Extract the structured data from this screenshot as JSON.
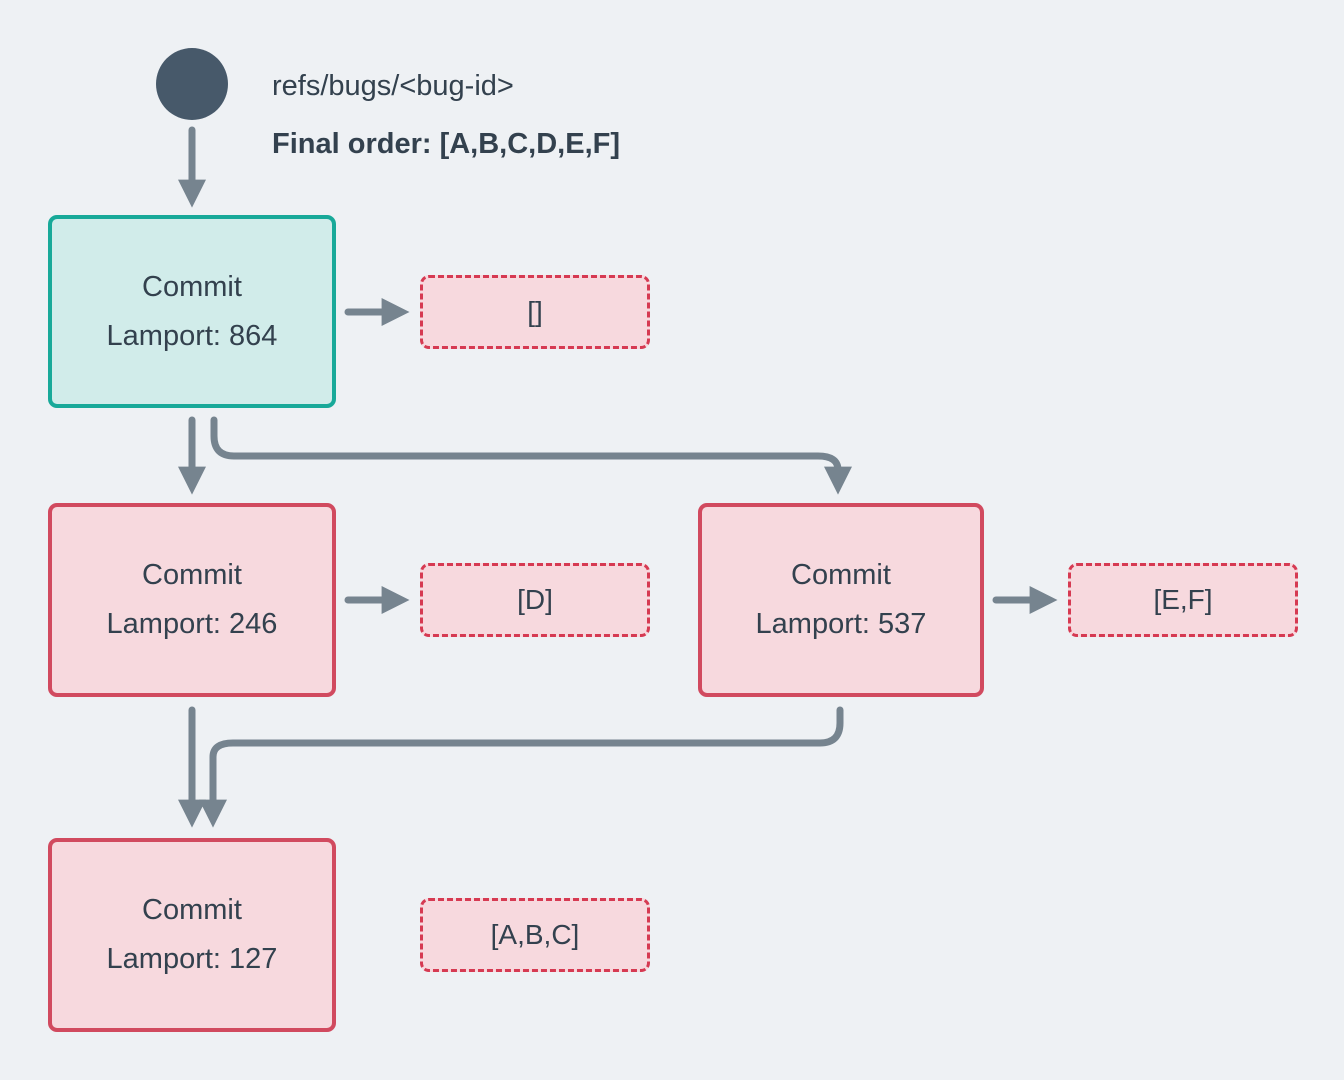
{
  "colors": {
    "background": "#eef1f4",
    "text_dark": "#33414e",
    "arrow": "#76848f",
    "ref_circle": "#47596a",
    "teal_border": "#18a999",
    "teal_fill": "#d1ecea",
    "red_border": "#d14a5f",
    "red_dashed_border": "#d63a52",
    "pink_fill": "#f7d9de"
  },
  "header": {
    "ref_label": "refs/bugs/<bug-id>",
    "final_order": "Final order: [A,B,C,D,E,F]"
  },
  "nodes": [
    {
      "id": "commit-864",
      "title": "Commit",
      "lamport": "Lamport: 864",
      "kind": "head"
    },
    {
      "id": "commit-246",
      "title": "Commit",
      "lamport": "Lamport: 246",
      "kind": "normal"
    },
    {
      "id": "commit-537",
      "title": "Commit",
      "lamport": "Lamport: 537",
      "kind": "normal"
    },
    {
      "id": "commit-127",
      "title": "Commit",
      "lamport": "Lamport: 127",
      "kind": "normal"
    }
  ],
  "payloads": [
    {
      "for": "commit-864",
      "label": "[]"
    },
    {
      "for": "commit-246",
      "label": "[D]"
    },
    {
      "for": "commit-537",
      "label": "[E,F]"
    },
    {
      "for": "commit-127",
      "label": "[A,B,C]"
    }
  ],
  "edges": [
    {
      "from": "refs/bugs/<bug-id>",
      "to": "commit-864"
    },
    {
      "from": "commit-864",
      "to": "payload-empty"
    },
    {
      "from": "commit-864",
      "to": "commit-246"
    },
    {
      "from": "commit-864",
      "to": "commit-537"
    },
    {
      "from": "commit-246",
      "to": "payload-D"
    },
    {
      "from": "commit-537",
      "to": "payload-EF"
    },
    {
      "from": "commit-246",
      "to": "commit-127"
    },
    {
      "from": "commit-537",
      "to": "commit-127"
    },
    {
      "from": "commit-127",
      "to": "payload-ABC"
    }
  ]
}
